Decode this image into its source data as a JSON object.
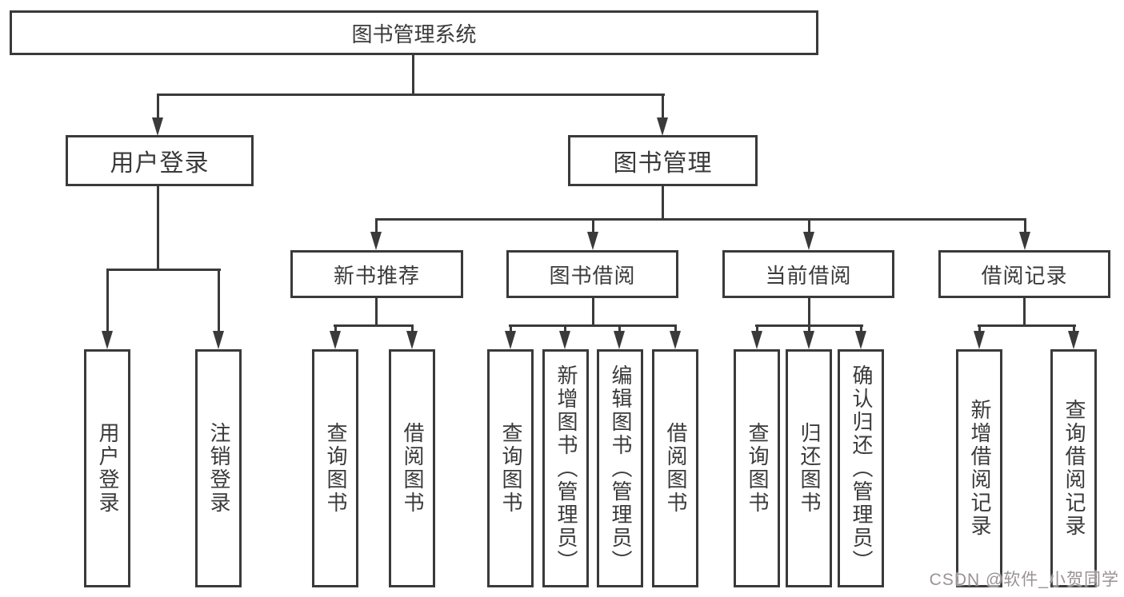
{
  "tree": {
    "label": "图书管理系统",
    "children": [
      {
        "label": "用户登录",
        "children": [
          {
            "label": "用户登录"
          },
          {
            "label": "注销登录"
          }
        ]
      },
      {
        "label": "图书管理",
        "children": [
          {
            "label": "新书推荐",
            "children": [
              {
                "label": "查询图书"
              },
              {
                "label": "借阅图书"
              }
            ]
          },
          {
            "label": "图书借阅",
            "children": [
              {
                "label": "查询图书"
              },
              {
                "label": "新增图书（管理员）"
              },
              {
                "label": "编辑图书（管理员）"
              },
              {
                "label": "借阅图书"
              }
            ]
          },
          {
            "label": "当前借阅",
            "children": [
              {
                "label": "查询图书"
              },
              {
                "label": "归还图书"
              },
              {
                "label": "确认归还（管理员）"
              }
            ]
          },
          {
            "label": "借阅记录",
            "children": [
              {
                "label": "新增借阅记录"
              },
              {
                "label": "查询借阅记录"
              }
            ]
          }
        ]
      }
    ]
  },
  "watermark": {
    "text": "CSDN @软件_小贺同学"
  },
  "colors": {
    "stroke": "#3a3a3a",
    "box_background": "#ffffff",
    "watermark": "#9a9295"
  }
}
